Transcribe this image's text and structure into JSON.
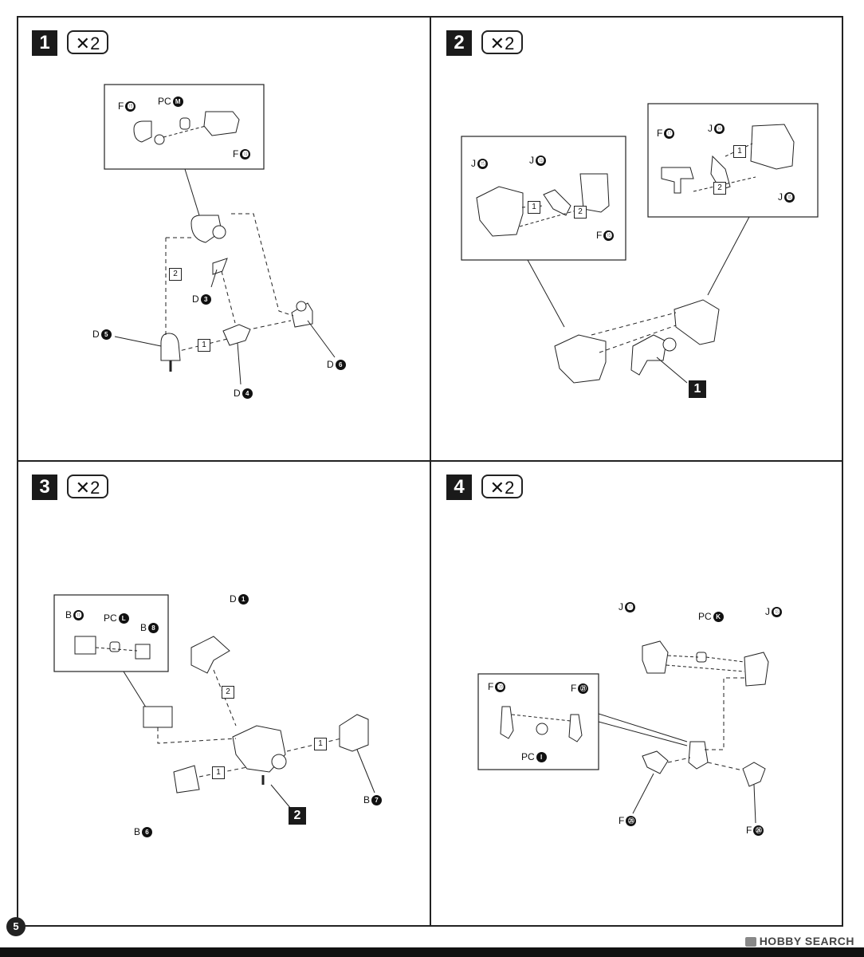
{
  "page_number": "5",
  "watermark": "HOBBY SEARCH",
  "steps": [
    {
      "number": "1",
      "multiplier": "✕2",
      "labels": {
        "f19": "F",
        "f19_tag": "⓳",
        "pcm": "PC",
        "pcm_tag": "M",
        "f18": "F",
        "f18_tag": "⓲",
        "d3": "D",
        "d3_tag": "3",
        "d5": "D",
        "d5_tag": "5",
        "d6": "D",
        "d6_tag": "6",
        "d4": "D",
        "d4_tag": "4"
      },
      "boxes": [
        "2",
        "1"
      ]
    },
    {
      "number": "2",
      "multiplier": "✕2",
      "labels": {
        "j15": "J",
        "j15_tag": "⓯",
        "j13": "J",
        "j13_tag": "⓭",
        "f16": "F",
        "f16_tag": "⓰",
        "f17": "F",
        "f17_tag": "⓱",
        "j14": "J",
        "j14_tag": "⓮",
        "j16": "J",
        "j16_tag": "⓰"
      },
      "boxes": [
        "1",
        "2",
        "1",
        "2"
      ],
      "ref": "1"
    },
    {
      "number": "3",
      "multiplier": "✕2",
      "labels": {
        "b11": "B",
        "b11_tag": "⓫",
        "pcl": "PC",
        "pcl_tag": "L",
        "b8": "B",
        "b8_tag": "8",
        "d1": "D",
        "d1_tag": "1",
        "b7": "B",
        "b7_tag": "7",
        "b6": "B",
        "b6_tag": "6"
      },
      "boxes": [
        "2",
        "1",
        "1"
      ],
      "ref": "2"
    },
    {
      "number": "4",
      "multiplier": "✕2",
      "labels": {
        "j17": "J",
        "j17_tag": "⓱",
        "pck": "PC",
        "pck_tag": "K",
        "j18": "J",
        "j18_tag": "⓲",
        "f20": "F",
        "f20_tag": "⓴",
        "f21": "F",
        "f21_tag": "㉑",
        "pci": "PC",
        "pci_tag": "I",
        "f25": "F",
        "f25_tag": "㉕",
        "f26": "F",
        "f26_tag": "㉖"
      }
    }
  ]
}
